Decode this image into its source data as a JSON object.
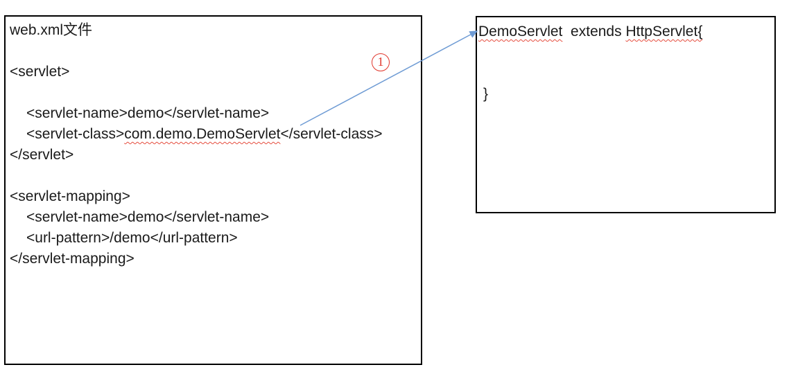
{
  "diagram": {
    "web_xml_box": {
      "title": "web.xml文件",
      "servlet_block": {
        "open_tag": "<servlet>",
        "name_line": "<servlet-name>demo</servlet-name>",
        "class_prefix": "<servlet-class>",
        "class_value": "com.demo.DemoServlet",
        "class_suffix": "</servlet-class>",
        "close_tag": "</servlet>"
      },
      "mapping_block": {
        "open_tag": "<servlet-mapping>",
        "name_line": "<servlet-name>demo</servlet-name>",
        "url_pattern_line": "<url-pattern>/demo</url-pattern>",
        "close_tag": "</servlet-mapping>"
      }
    },
    "class_box": {
      "class_name": "DemoServlet",
      "extends_text": "  extends ",
      "superclass": "HttpServlet{",
      "closing_brace": "}"
    },
    "annotation": {
      "number": "1"
    },
    "arrow": {
      "from": "com.demo.DemoServlet (web.xml)",
      "to": "DemoServlet class declaration"
    },
    "colors": {
      "arrow_blue": "#6e9bd4",
      "annotation_red": "#e0362c",
      "spellcheck_red": "#e54b3c",
      "box_border": "#000000",
      "page_bg": "#ffffff"
    }
  }
}
